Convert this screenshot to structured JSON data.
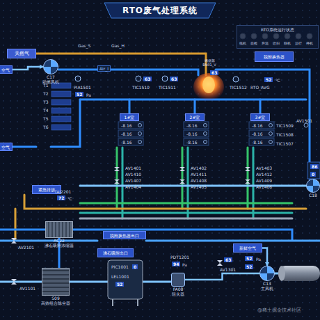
{
  "diagram": {
    "title": "RTO废气处理系统",
    "nodes": [
      {
        "text": [
          "RTO系统运行状态"
        ]
      },
      {
        "text": [
          "天然气"
        ]
      },
      {
        "text": [
          "空气"
        ]
      },
      {
        "text": [
          "C17",
          "助燃风机"
        ]
      },
      {
        "text": [
          "燃烧器",
          "BN01_V"
        ]
      },
      {
        "text": [
          "脱附换热器"
        ]
      },
      {
        "text": [
          "1#室"
        ]
      },
      {
        "text": [
          "2#室"
        ]
      },
      {
        "text": [
          "3#室"
        ]
      },
      {
        "text": [
          "空气"
        ]
      },
      {
        "text": [
          "紧急排放"
        ]
      },
      {
        "text": [
          "AC22",
          "沸石吸附浓缩器"
        ]
      },
      {
        "text": [
          "S09",
          "高效组合除尘器"
        ]
      },
      {
        "text": [
          "脱附换热器出口"
        ]
      },
      {
        "text": [
          "沸石吸附出口"
        ]
      },
      {
        "text": [
          "FA08",
          "阻火器"
        ]
      },
      {
        "text": [
          "新鲜空气"
        ]
      },
      {
        "text": [
          "C13",
          "主风机"
        ]
      },
      {
        "text": [
          "C18"
        ]
      }
    ],
    "edges": [
      {
        "from": 2,
        "to": 3,
        "arrow": "to"
      },
      {
        "from": 16,
        "to": 17,
        "arrow": "to"
      },
      {
        "from": 15,
        "to": 17,
        "arrow": "none"
      }
    ],
    "labels": [
      "Gas_S",
      "Gas_H",
      "Air_I",
      "T1",
      "T2",
      "T3",
      "T4",
      "T5",
      "T6",
      "PIA1501",
      "52",
      "Pa",
      "63",
      "TIC1510",
      "63",
      "TIC1511",
      "63",
      "TIC1512",
      "RTO_AVG",
      "52",
      "℃",
      "电机",
      "自检",
      "升温",
      "吹扫",
      "联机",
      "运行",
      "停机",
      "-8.16",
      "-8.16",
      "-8.16",
      "-8.16",
      "-8.16",
      "-8.16",
      "-8.16",
      "-8.16",
      "-8.16",
      "TIC1509",
      "TIC1508",
      "TIC1507",
      "AV1501",
      "86",
      "0",
      "AV1401",
      "AV1410",
      "AV1407",
      "AV1404",
      "AV1402",
      "AV1411",
      "AV1408",
      "AV1405",
      "AV1403",
      "AV1412",
      "AV1409",
      "AV1406",
      "TAI2201",
      "72",
      "℃",
      "AV2101",
      "AV1101",
      "PIC1001",
      "0",
      "LEL1001",
      "52",
      "PDT1201",
      "94",
      "Pa",
      "63",
      "AV1301",
      "52",
      "52",
      "Pa",
      "@稀土掘金技术社区"
    ]
  }
}
